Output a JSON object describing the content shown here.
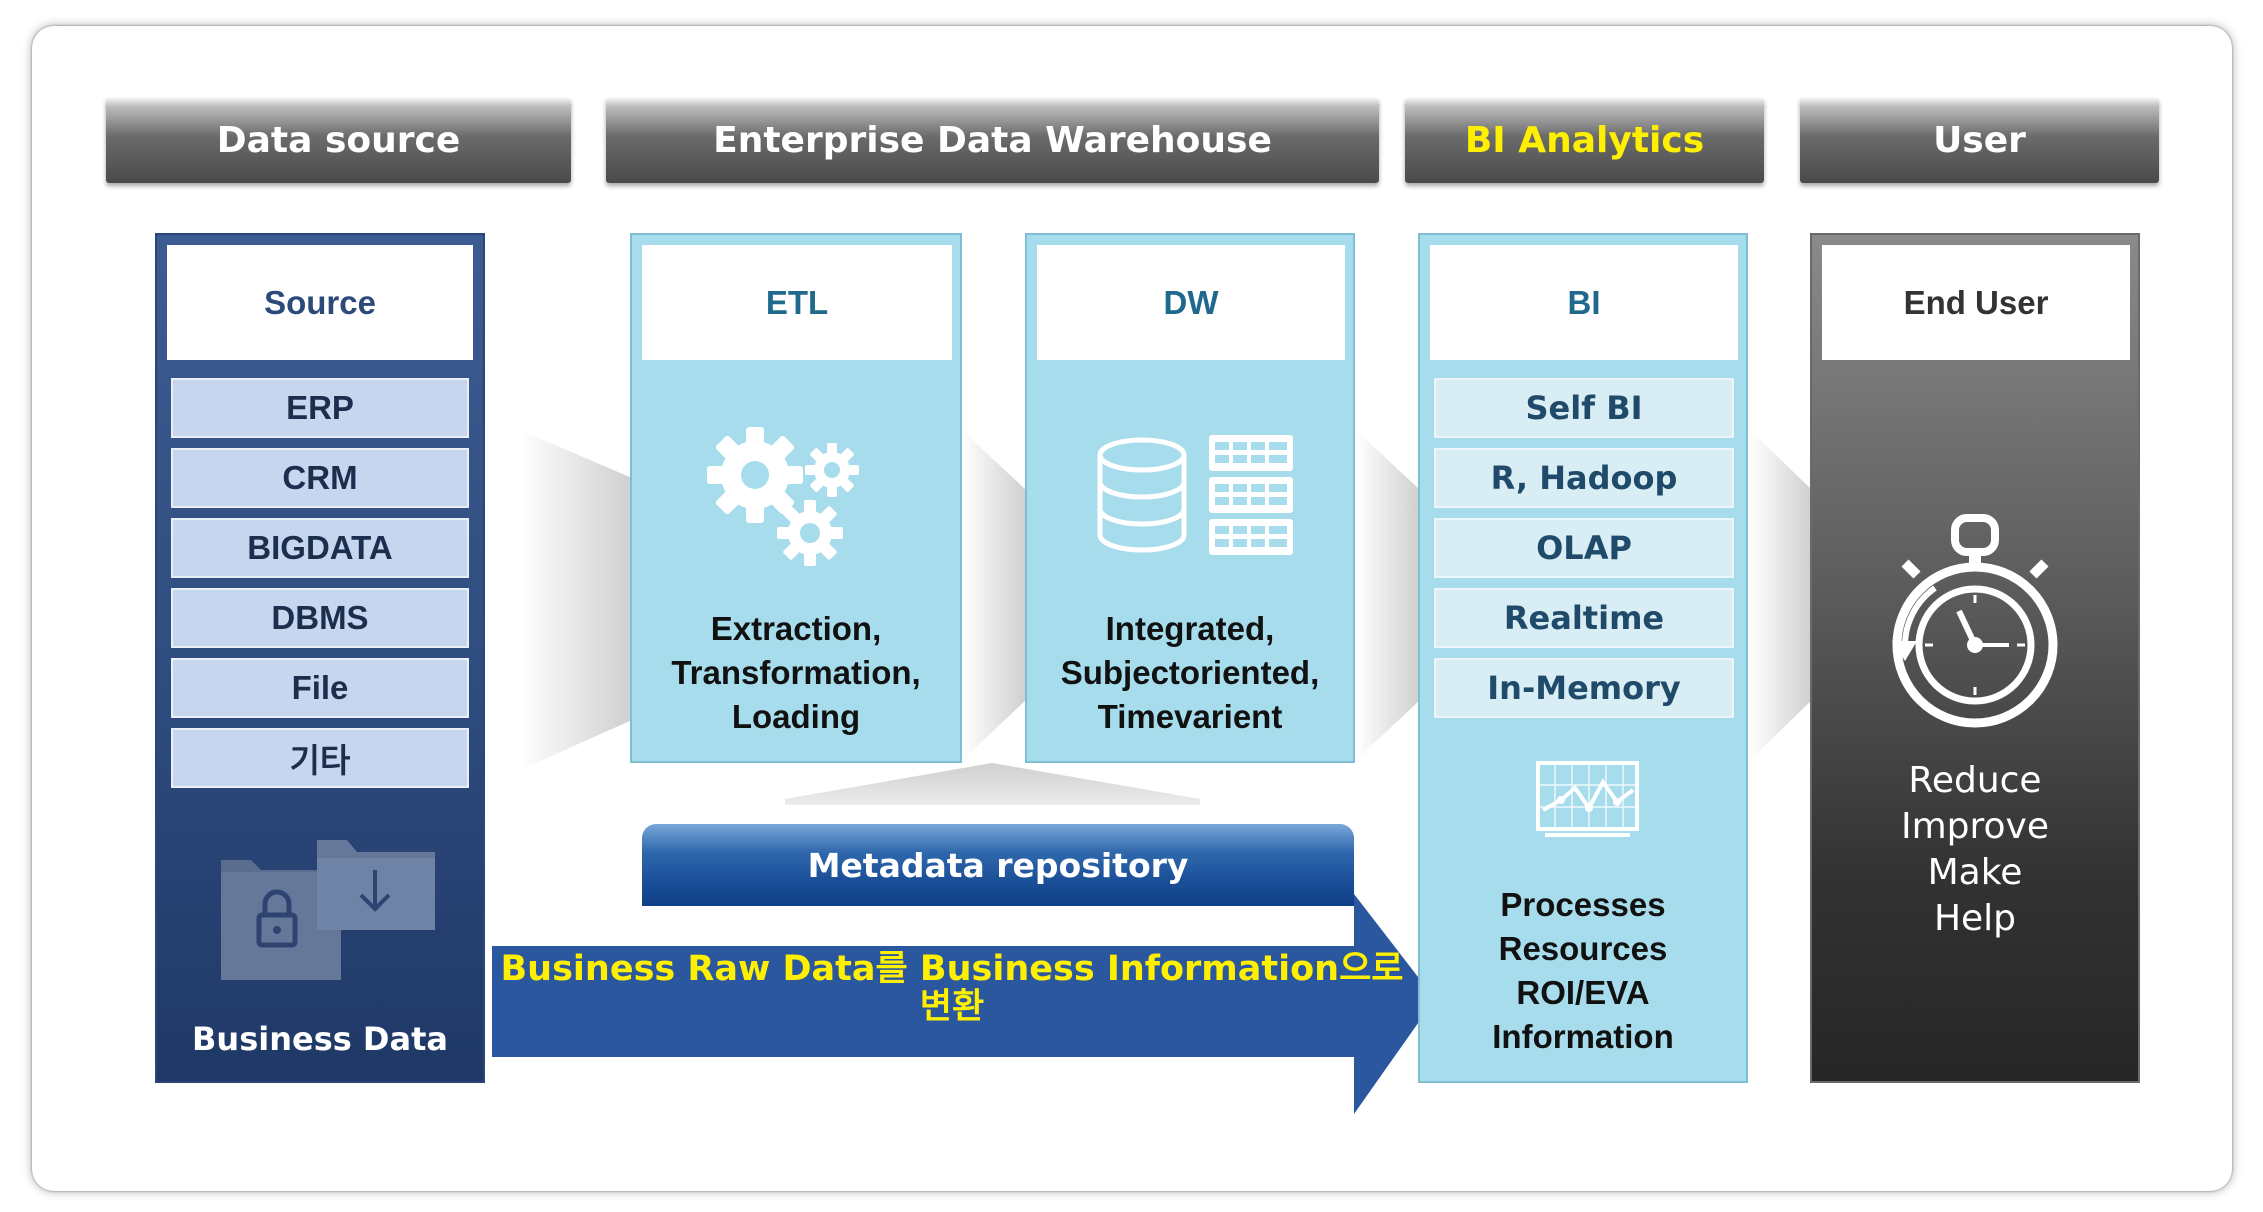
{
  "headers": {
    "data_source": "Data source",
    "edw": "Enterprise Data Warehouse",
    "bi_analytics": "BI Analytics",
    "user": "User"
  },
  "source": {
    "title": "Source",
    "items": [
      "ERP",
      "CRM",
      "BIGDATA",
      "DBMS",
      "File",
      "기타"
    ],
    "footer": "Business Data",
    "icons": [
      "folder-lock-icon",
      "folder-download-icon"
    ]
  },
  "etl": {
    "title": "ETL",
    "icon": "gears-icon",
    "lines": [
      "Extraction,",
      "Transformation,",
      "Loading"
    ]
  },
  "dw": {
    "title": "DW",
    "icon": "database-server-icon",
    "lines": [
      "Integrated,",
      "Subjectoriented,",
      "Timevarient"
    ]
  },
  "bi": {
    "title": "BI",
    "items": [
      "Self BI",
      "R, Hadoop",
      "OLAP",
      "Realtime",
      "In-Memory"
    ],
    "icon": "line-chart-icon",
    "lines": [
      "Processes",
      "Resources",
      "ROI/EVA",
      "Information"
    ]
  },
  "enduser": {
    "title": "End User",
    "icon": "stopwatch-icon",
    "lines": [
      "Reduce",
      "Improve",
      "Make",
      "Help"
    ]
  },
  "metadata": "Metadata repository",
  "flow_arrow": {
    "line1": "Business Raw Data를 Business Information으로",
    "line2": "변환"
  },
  "colors": {
    "header_yellow": "#ffef00",
    "source_panel": "#2e4a7c",
    "light_cyan": "#a6dcec",
    "arrow_blue": "#2b579e",
    "enduser_dark": "#3a3a3a"
  }
}
